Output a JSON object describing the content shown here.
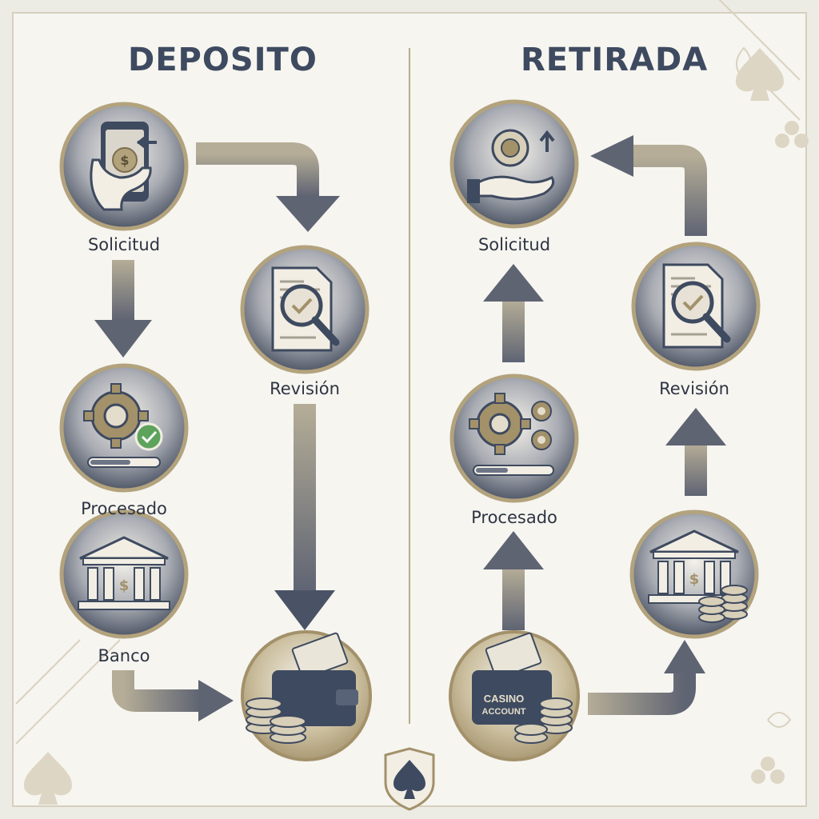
{
  "deposit": {
    "title": "DEPOSITO",
    "steps": {
      "solicitud": "Solicitud",
      "revision": "Revisión",
      "procesado": "Procesado",
      "banco": "Banco"
    }
  },
  "withdrawal": {
    "title": "RETIRADA",
    "steps": {
      "solicitud": "Solicitud",
      "revision": "Revisión",
      "procesado": "Procesado"
    },
    "wallet_text_1": "CASINO",
    "wallet_text_2": "ACCOUNT"
  },
  "colors": {
    "navy": "#3e4a5f",
    "gold": "#b3a37d",
    "arrow": "#7a7566",
    "background": "#ecebe4"
  },
  "icons": [
    "phone-coin-icon",
    "document-magnifier-icon",
    "gear-check-icon",
    "bank-icon",
    "wallet-chips-icon",
    "hand-chip-icon",
    "gears-progress-icon",
    "bank-coins-icon",
    "casino-account-icon",
    "spade-shield-icon"
  ]
}
